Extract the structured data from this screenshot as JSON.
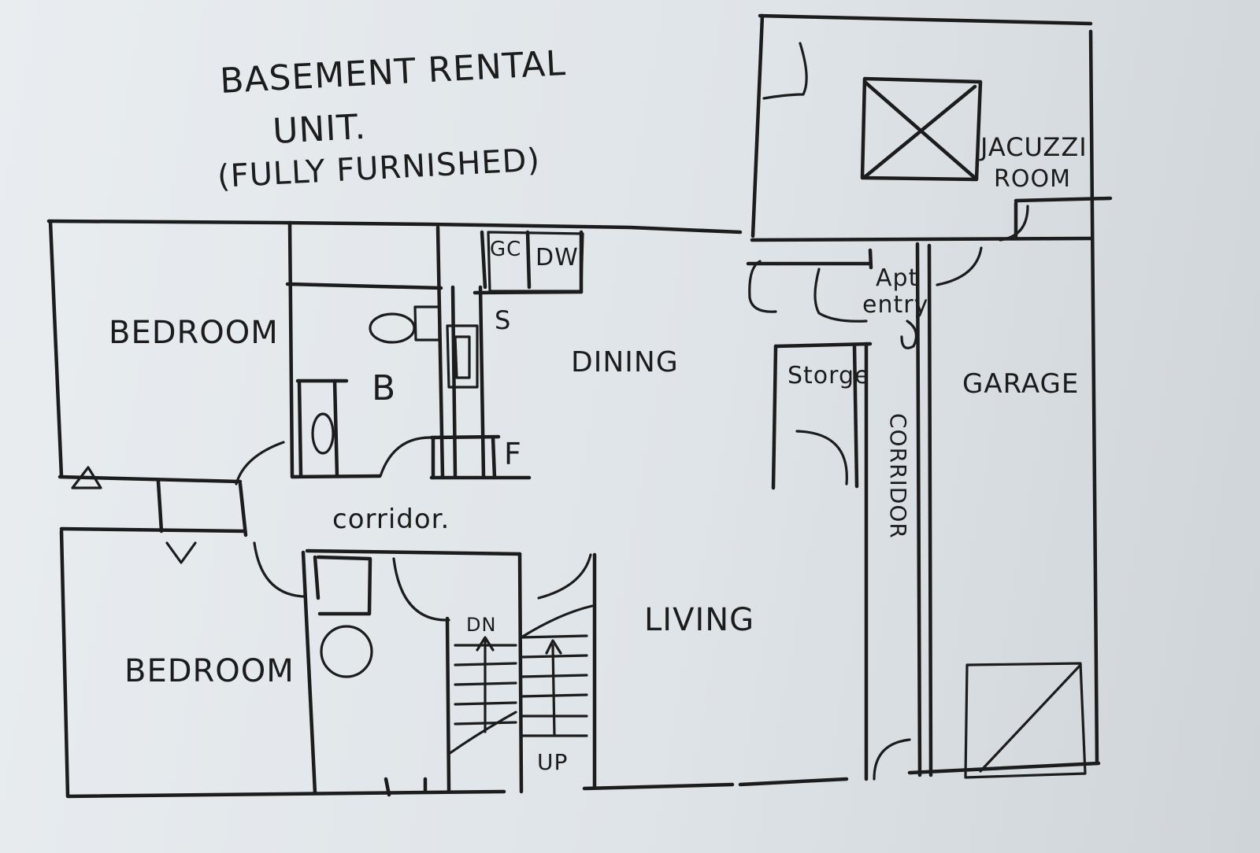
{
  "title": {
    "line1": "BASEMENT RENTAL",
    "line2": "UNIT.",
    "line3": "(FULLY FURNISHED)"
  },
  "rooms": {
    "bedroom_top": "BEDROOM",
    "bedroom_bottom": "BEDROOM",
    "bath": "B",
    "gc": "GC",
    "dw": "DW",
    "sink": "S",
    "fridge": "F",
    "dining": "DINING",
    "corridor": "corridor.",
    "living": "LIVING",
    "storage": "Storge",
    "apt_entry_1": "Apt",
    "apt_entry_2": "entry",
    "corridor_vertical": "CORRIDOR",
    "garage": "GARAGE",
    "jacuzzi_1": "JACUZZI",
    "jacuzzi_2": "ROOM",
    "stairs_down": "DN",
    "stairs_up": "UP"
  }
}
